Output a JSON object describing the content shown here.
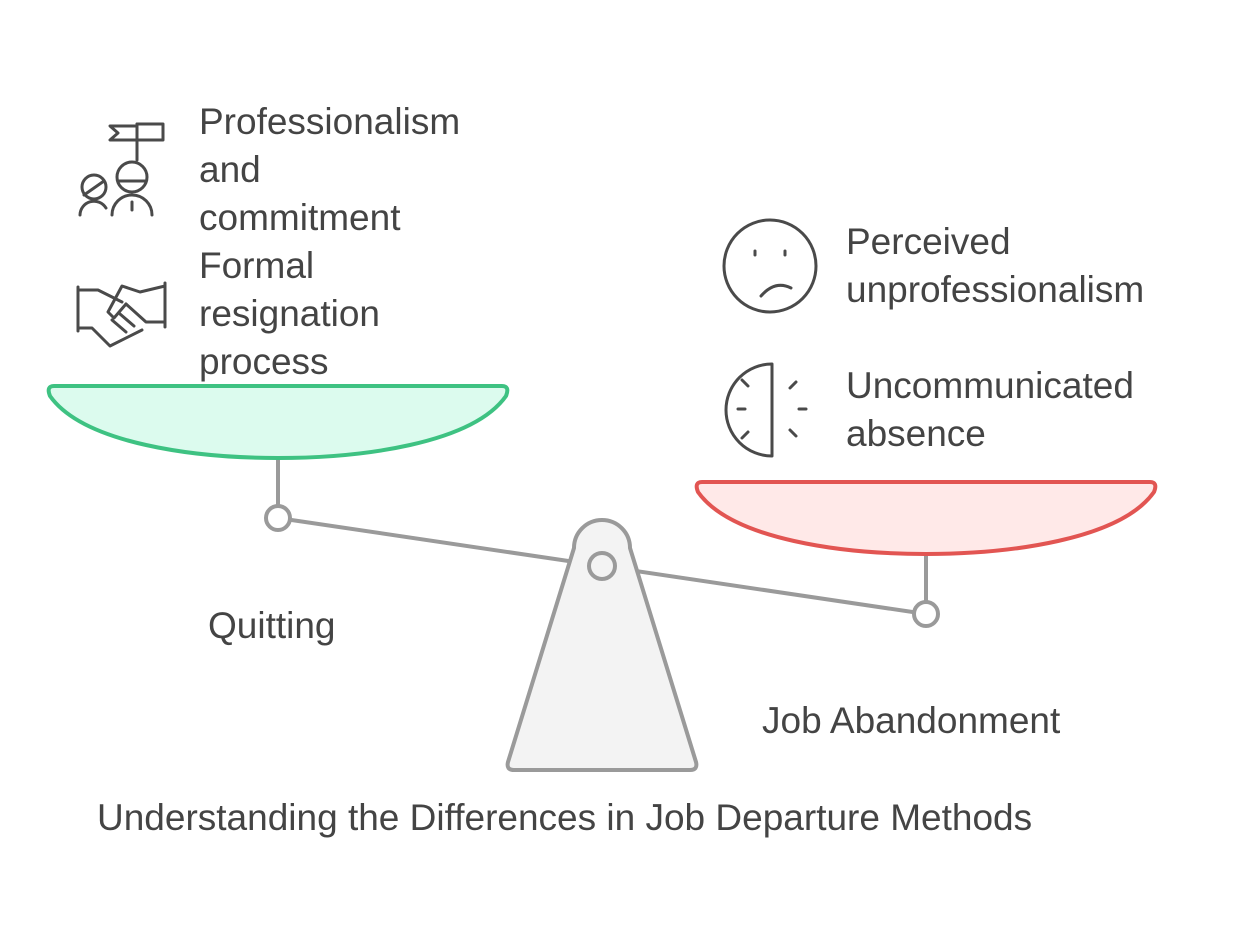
{
  "title": "Understanding the Differences in Job Departure Methods",
  "left_side": {
    "label": "Quitting",
    "color": "#3ec282",
    "fill": "#dcfbee",
    "items": [
      {
        "icon": "team-flag-icon",
        "text": "Professionalism\nand\ncommitment"
      },
      {
        "icon": "handshake-icon",
        "text": "Formal\nresignation\nprocess"
      }
    ]
  },
  "right_side": {
    "label": "Job Abandonment",
    "color": "#e25552",
    "fill": "#ffe9e8",
    "items": [
      {
        "icon": "sad-face-icon",
        "text": "Perceived\nunprofessionalism"
      },
      {
        "icon": "half-clock-icon",
        "text": "Uncommunicated\nabsence"
      }
    ]
  },
  "scale_color": "#9a9a9a",
  "icon_color": "#4a4a4a"
}
